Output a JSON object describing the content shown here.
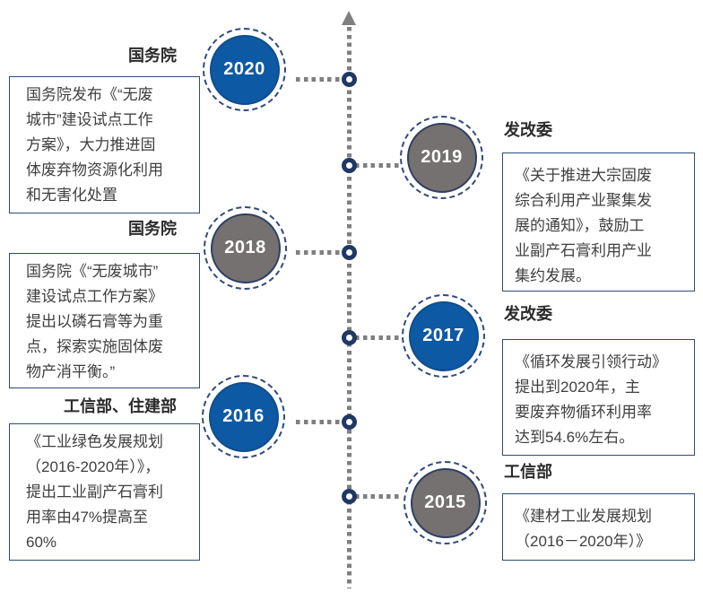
{
  "diagram": {
    "type": "vertical-timeline",
    "colors": {
      "circle_blue": "#0e59a4",
      "circle_gray": "#757171",
      "axis_dash_gray": "#7f7f7f",
      "node_navy": "#1f3864",
      "box_border_navy": "#2e4b77",
      "body_text": "#3f3f3f",
      "label_text": "#2b2b2b"
    },
    "entries": [
      {
        "year": "2020",
        "agency": "国务院",
        "side": "left",
        "circle_color": "blue",
        "lines": [
          "国务院发布《“无废",
          "城市”建设试点工作",
          "方案》，大力推进固",
          "体废弃物资源化利用",
          "和无害化处置"
        ]
      },
      {
        "year": "2019",
        "agency": "发改委",
        "side": "right",
        "circle_color": "gray",
        "lines": [
          "《关于推进大宗固废",
          "综合利用产业聚集发",
          "展的通知》，鼓励工",
          "业副产石膏利用产业",
          "集约发展。"
        ]
      },
      {
        "year": "2018",
        "agency": "国务院",
        "side": "left",
        "circle_color": "gray",
        "lines": [
          "国务院《“无废城市”",
          "建设试点工作方案》",
          "提出以磷石膏等为重",
          "点，探索实施固体废",
          "物产消平衡。”"
        ]
      },
      {
        "year": "2017",
        "agency": "发改委",
        "side": "right",
        "circle_color": "blue",
        "lines": [
          "《循环发展引领行动》",
          "提出到2020年，主",
          "要废弃物循环利用率",
          "达到54.6%左右。"
        ]
      },
      {
        "year": "2016",
        "agency": "工信部、住建部",
        "side": "left",
        "circle_color": "blue",
        "lines": [
          "《工业绿色发展规划",
          "（2016-2020年）》，",
          "提出工业副产石膏利",
          "用率由47%提高至",
          "60%"
        ]
      },
      {
        "year": "2015",
        "agency": "工信部",
        "side": "right",
        "circle_color": "gray",
        "lines": [
          "《建材工业发展规划",
          "（2016－2020年）》"
        ]
      }
    ]
  }
}
